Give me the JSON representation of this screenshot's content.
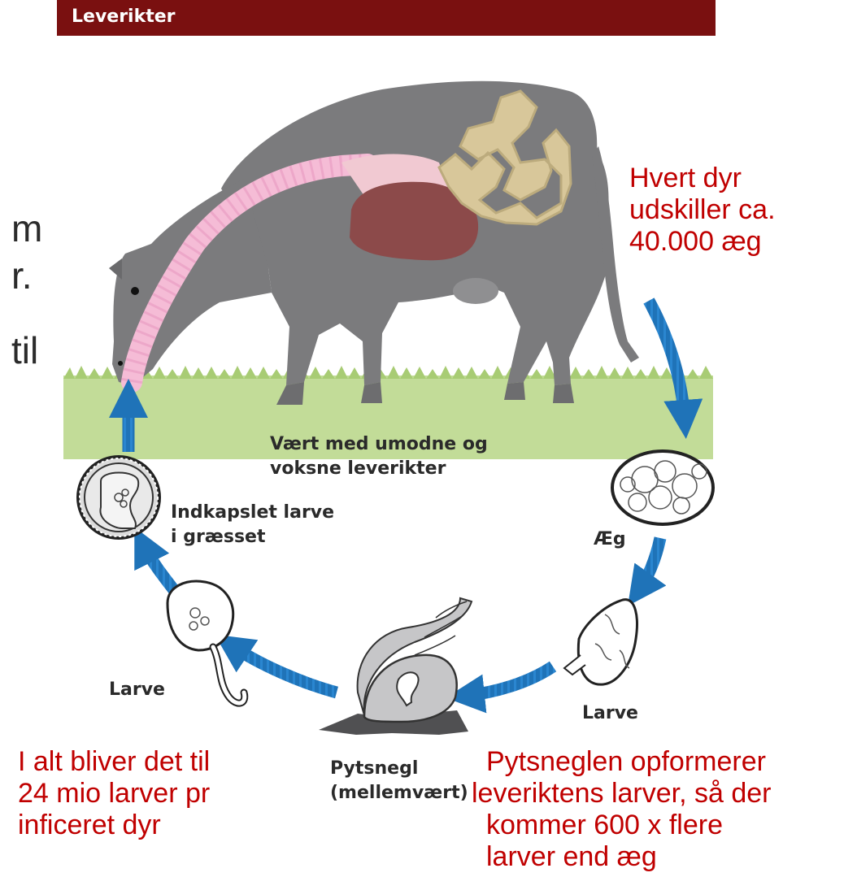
{
  "header": {
    "title": "Leverikter"
  },
  "left_cut_text": [
    "m",
    "r.",
    "til"
  ],
  "labels": {
    "host": [
      "Vært med umodne og",
      "voksne leverikter"
    ],
    "encysted": [
      "Indkapslet larve",
      "i græsset"
    ],
    "egg": "Æg",
    "larva_right": "Larve",
    "larva_left": "Larve",
    "snail": [
      "Pytsnegl",
      "(mellemvært)"
    ]
  },
  "notes": {
    "eggs_per_animal": [
      "Hvert dyr",
      "udskiller ca.",
      "40.000 æg"
    ],
    "total_larvae": [
      "I alt bliver det til",
      "24 mio larver pr",
      "inficeret dyr"
    ],
    "snail_multiplies": [
      "Pytsneglen opformerer",
      "leveriktens larver, så der",
      "kommer 600 x flere",
      "larver end æg"
    ]
  },
  "colors": {
    "header": "#7a1010",
    "note_text": "#c00000",
    "arrow": "#1f73b8",
    "grass": "#c2dc98",
    "cow": "#7b7b7d",
    "liver": "#8c4a4a",
    "intestine": "#d8c79a",
    "esophagus": "#f5bcd6"
  },
  "icons": [
    "cow-illustration",
    "egg-icon",
    "larva-icon",
    "snail-icon",
    "encysted-larva-icon",
    "cycle-arrow-icon"
  ]
}
